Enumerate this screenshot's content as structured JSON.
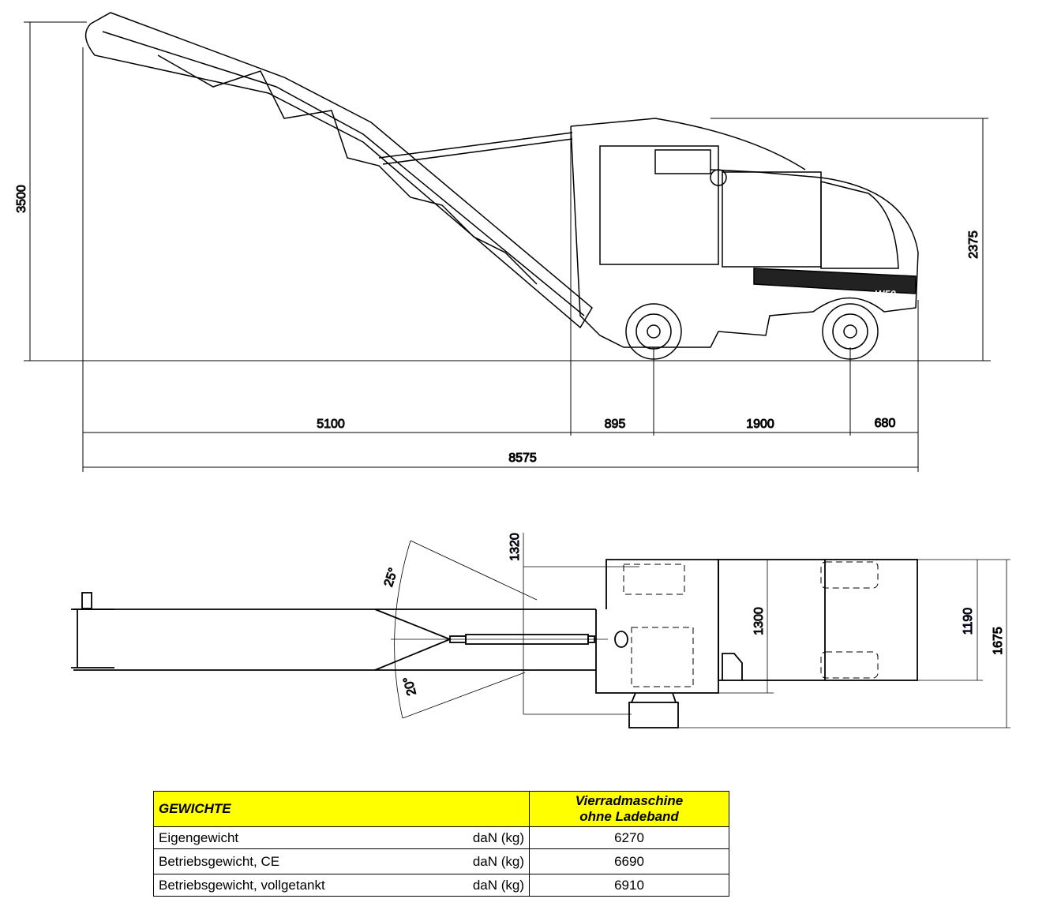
{
  "side_view": {
    "dims": {
      "height_total": "3500",
      "height_machine": "2375",
      "conveyor_length": "5100",
      "front_overhang": "895",
      "wheelbase": "1900",
      "rear_overhang": "680",
      "total_length": "8575"
    },
    "badge": "W50"
  },
  "top_view": {
    "dims": {
      "swing_left": "25°",
      "swing_right": "20°",
      "width_1320": "1320",
      "width_1300": "1300",
      "width_1190": "1190",
      "width_1675": "1675"
    }
  },
  "weights": {
    "header": "GEWICHTE",
    "column": [
      "Vierradmaschine",
      "ohne Ladeband"
    ],
    "rows": [
      {
        "label": "Eigengewicht",
        "unit": "daN (kg)",
        "value": "6270"
      },
      {
        "label": "Betriebsgewicht, CE",
        "unit": "daN (kg)",
        "value": "6690"
      },
      {
        "label": "Betriebsgewicht, vollgetankt",
        "unit": "daN (kg)",
        "value": "6910"
      }
    ]
  }
}
